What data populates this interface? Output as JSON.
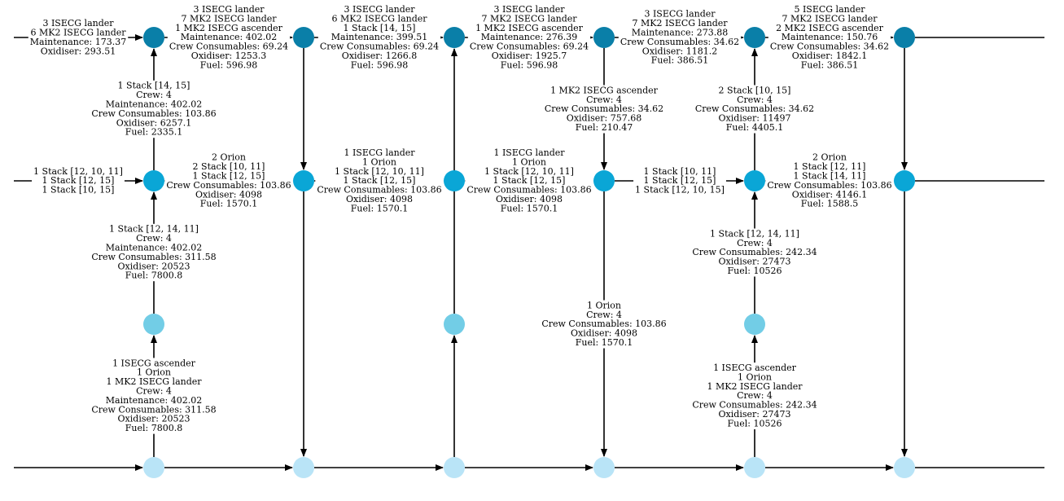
{
  "colors": {
    "top": "#0a7fa8",
    "mid": "#0aa6d6",
    "low": "#72cde6",
    "bottom": "#b9e4f7",
    "edge": "#000000"
  },
  "nodes": [
    {
      "id": "t1",
      "level": "top"
    },
    {
      "id": "t2",
      "level": "top"
    },
    {
      "id": "t3",
      "level": "top"
    },
    {
      "id": "t4",
      "level": "top"
    },
    {
      "id": "t5",
      "level": "top"
    },
    {
      "id": "t6",
      "level": "top"
    },
    {
      "id": "m1",
      "level": "mid"
    },
    {
      "id": "m2",
      "level": "mid"
    },
    {
      "id": "m3",
      "level": "mid"
    },
    {
      "id": "m4",
      "level": "mid"
    },
    {
      "id": "m5",
      "level": "mid"
    },
    {
      "id": "m6",
      "level": "mid"
    },
    {
      "id": "l1",
      "level": "low"
    },
    {
      "id": "l3",
      "level": "low"
    },
    {
      "id": "l5",
      "level": "low"
    },
    {
      "id": "b1",
      "level": "bottom"
    },
    {
      "id": "b2",
      "level": "bottom"
    },
    {
      "id": "b3",
      "level": "bottom"
    },
    {
      "id": "b4",
      "level": "bottom"
    },
    {
      "id": "b5",
      "level": "bottom"
    },
    {
      "id": "b6",
      "level": "bottom"
    }
  ],
  "edges": [
    {
      "from": "top-in",
      "to": "t1"
    },
    {
      "from": "t1",
      "to": "t2"
    },
    {
      "from": "t2",
      "to": "t3"
    },
    {
      "from": "t3",
      "to": "t4"
    },
    {
      "from": "t4",
      "to": "t5"
    },
    {
      "from": "t5",
      "to": "t6"
    },
    {
      "from": "t6",
      "to": "top-out"
    },
    {
      "from": "mid-in",
      "to": "m1"
    },
    {
      "from": "m1",
      "to": "m2"
    },
    {
      "from": "m2",
      "to": "m3"
    },
    {
      "from": "m3",
      "to": "m4"
    },
    {
      "from": "m4",
      "to": "m5"
    },
    {
      "from": "m5",
      "to": "m6"
    },
    {
      "from": "m6",
      "to": "mid-out"
    },
    {
      "from": "bot-in",
      "to": "b1"
    },
    {
      "from": "b1",
      "to": "b2"
    },
    {
      "from": "b2",
      "to": "b3"
    },
    {
      "from": "b3",
      "to": "b4"
    },
    {
      "from": "b4",
      "to": "b5"
    },
    {
      "from": "b5",
      "to": "b6"
    },
    {
      "from": "b6",
      "to": "bot-out"
    },
    {
      "from": "m1",
      "to": "t1"
    },
    {
      "from": "l1",
      "to": "m1"
    },
    {
      "from": "b1",
      "to": "l1"
    },
    {
      "from": "t2",
      "to": "m2"
    },
    {
      "from": "m2",
      "to": "b2"
    },
    {
      "from": "b3",
      "to": "l3"
    },
    {
      "from": "l3",
      "to": "t3"
    },
    {
      "from": "t4",
      "to": "m4"
    },
    {
      "from": "m4",
      "to": "b4"
    },
    {
      "from": "m5",
      "to": "t5"
    },
    {
      "from": "l5",
      "to": "m5"
    },
    {
      "from": "b5",
      "to": "l5"
    },
    {
      "from": "t6",
      "to": "m6"
    },
    {
      "from": "m6",
      "to": "b6"
    }
  ],
  "labels": [
    {
      "id": "lbl-top-in",
      "lines": [
        "3 ISECG lander",
        "6 MK2 ISECG lander",
        "Maintenance: 173.37",
        "Oxidiser: 293.51"
      ]
    },
    {
      "id": "lbl-t1-t2",
      "lines": [
        "3 ISECG lander",
        "7 MK2 ISECG lander",
        "1 MK2 ISECG ascender",
        "Maintenance: 402.02",
        "Crew Consumables: 69.24",
        "Oxidiser: 1253.3",
        "Fuel: 596.98"
      ]
    },
    {
      "id": "lbl-t2-t3",
      "lines": [
        "3 ISECG lander",
        "6 MK2 ISECG lander",
        "1 Stack [14, 15]",
        "Maintenance: 399.51",
        "Crew Consumables: 69.24",
        "Oxidiser: 1266.8",
        "Fuel: 596.98"
      ]
    },
    {
      "id": "lbl-t3-t4",
      "lines": [
        "3 ISECG lander",
        "7 MK2 ISECG lander",
        "1 MK2 ISECG ascender",
        "Maintenance: 276.39",
        "Crew Consumables: 69.24",
        "Oxidiser: 1925.7",
        "Fuel: 596.98"
      ]
    },
    {
      "id": "lbl-t4-t5",
      "lines": [
        "3 ISECG lander",
        "7 MK2 ISECG lander",
        "Maintenance: 273.88",
        "Crew Consumables: 34.62",
        "Oxidiser: 1181.2",
        "Fuel: 386.51"
      ]
    },
    {
      "id": "lbl-t5-t6",
      "lines": [
        "5 ISECG lander",
        "7 MK2 ISECG lander",
        "2 MK2 ISECG ascender",
        "Maintenance: 150.76",
        "Crew Consumables: 34.62",
        "Oxidiser: 1842.1",
        "Fuel: 386.51"
      ]
    },
    {
      "id": "lbl-m1-t1",
      "lines": [
        "1 Stack [14, 15]",
        "Crew: 4",
        "Maintenance: 402.02",
        "Crew Consumables: 103.86",
        "Oxidiser: 6257.1",
        "Fuel: 2335.1"
      ]
    },
    {
      "id": "lbl-t4-m4",
      "lines": [
        "1 MK2 ISECG ascender",
        "Crew: 4",
        "Crew Consumables: 34.62",
        "Oxidiser: 757.68",
        "Fuel: 210.47"
      ]
    },
    {
      "id": "lbl-m5-t5",
      "lines": [
        "2 Stack [10, 15]",
        "Crew: 4",
        "Crew Consumables: 34.62",
        "Oxidiser: 11497",
        "Fuel: 4405.1"
      ]
    },
    {
      "id": "lbl-mid-in",
      "lines": [
        "1 Stack [12, 10, 11]",
        "1 Stack [12, 15]",
        "1 Stack [10, 15]"
      ]
    },
    {
      "id": "lbl-m1-m2",
      "lines": [
        "2 Orion",
        "2 Stack [10, 11]",
        "1 Stack [12, 15]",
        "Crew Consumables: 103.86",
        "Oxidiser: 4098",
        "Fuel: 1570.1"
      ]
    },
    {
      "id": "lbl-m2-m3",
      "lines": [
        "1 ISECG lander",
        "1 Orion",
        "1 Stack [12, 10, 11]",
        "1 Stack [12, 15]",
        "Crew Consumables: 103.86",
        "Oxidiser: 4098",
        "Fuel: 1570.1"
      ]
    },
    {
      "id": "lbl-m3-m4",
      "lines": [
        "1 ISECG lander",
        "1 Orion",
        "1 Stack [12, 10, 11]",
        "1 Stack [12, 15]",
        "Crew Consumables: 103.86",
        "Oxidiser: 4098",
        "Fuel: 1570.1"
      ]
    },
    {
      "id": "lbl-m4-m5",
      "lines": [
        "1 Stack [10, 11]",
        "1 Stack [12, 15]",
        "1 Stack [12, 10, 15]"
      ]
    },
    {
      "id": "lbl-m5-m6",
      "lines": [
        "2 Orion",
        "1 Stack [12, 11]",
        "1 Stack [14, 11]",
        "Crew Consumables: 103.86",
        "Oxidiser: 4146.1",
        "Fuel: 1588.5"
      ]
    },
    {
      "id": "lbl-l1-m1",
      "lines": [
        "1 Stack [12, 14, 11]",
        "Crew: 4",
        "Maintenance: 402.02",
        "Crew Consumables: 311.58",
        "Oxidiser: 20523",
        "Fuel: 7800.8"
      ]
    },
    {
      "id": "lbl-l5-m5",
      "lines": [
        "1 Stack [12, 14, 11]",
        "Crew: 4",
        "Crew Consumables: 242.34",
        "Oxidiser: 27473",
        "Fuel: 10526"
      ]
    },
    {
      "id": "lbl-m4-b4",
      "lines": [
        "1 Orion",
        "Crew: 4",
        "Crew Consumables: 103.86",
        "Oxidiser: 4098",
        "Fuel: 1570.1"
      ]
    },
    {
      "id": "lbl-b1-l1",
      "lines": [
        "1 ISECG ascender",
        "1 Orion",
        "1 MK2 ISECG lander",
        "Crew: 4",
        "Maintenance: 402.02",
        "Crew Consumables: 311.58",
        "Oxidiser: 20523",
        "Fuel: 7800.8"
      ]
    },
    {
      "id": "lbl-b5-l5",
      "lines": [
        "1 ISECG ascender",
        "1 Orion",
        "1 MK2 ISECG lander",
        "Crew: 4",
        "Crew Consumables: 242.34",
        "Oxidiser: 27473",
        "Fuel: 10526"
      ]
    }
  ]
}
